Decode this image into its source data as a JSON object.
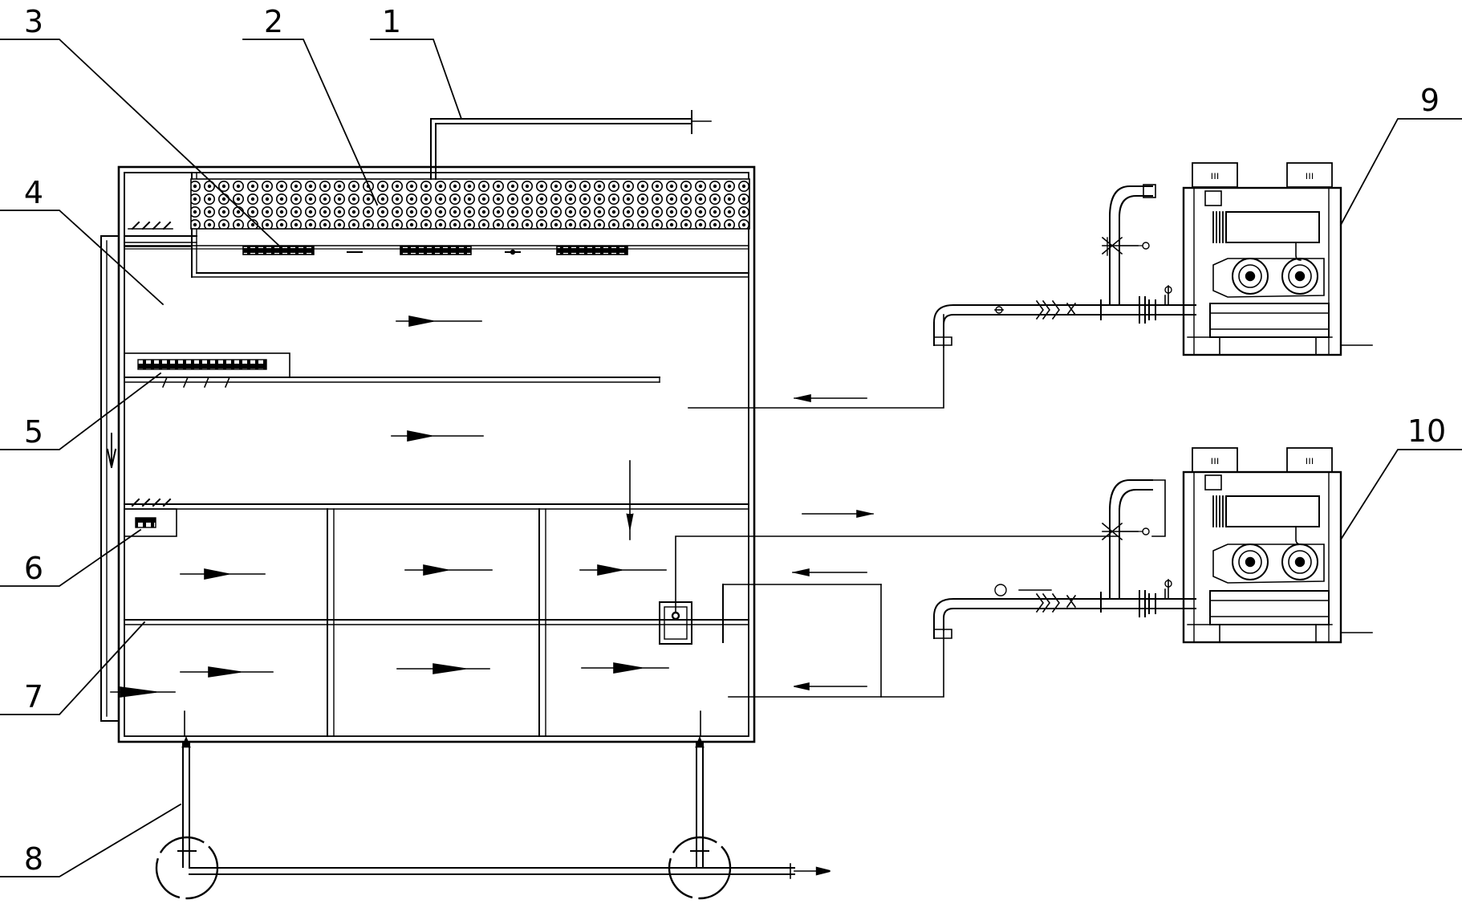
{
  "diagram": {
    "callouts": [
      "1",
      "2",
      "3",
      "4",
      "5",
      "6",
      "7",
      "8",
      "9",
      "10"
    ],
    "fan_marks": [
      "ııı",
      "ııı",
      "ııı",
      "ııı"
    ],
    "colors": {
      "line": "#000000",
      "background": "#ffffff"
    }
  }
}
